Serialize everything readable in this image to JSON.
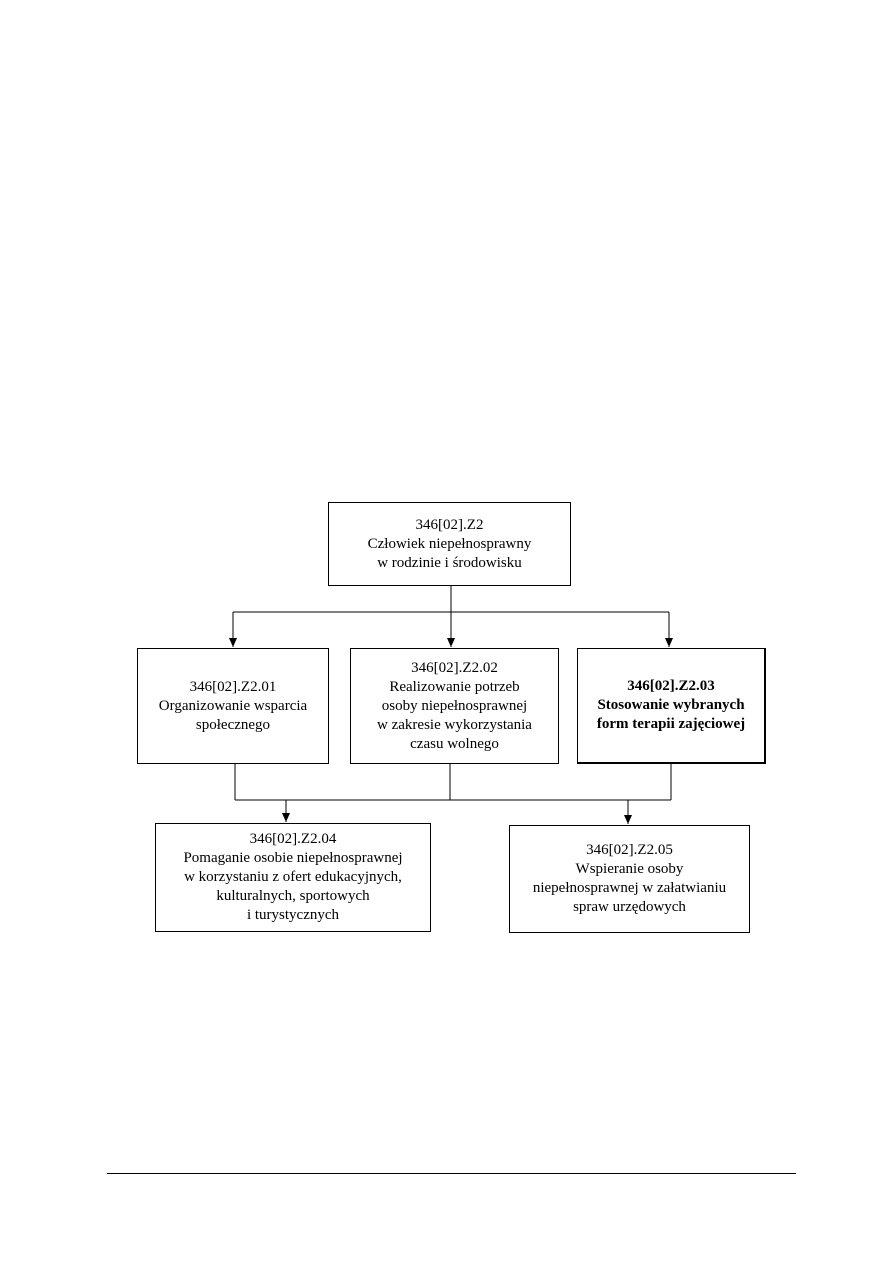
{
  "diagram": {
    "root": {
      "id": "root",
      "lines": [
        "346[02].Z2",
        "Człowiek niepełnosprawny",
        "w rodzinie i środowisku"
      ]
    },
    "level2": [
      {
        "id": "z201",
        "bold": false,
        "lines": [
          "346[02].Z2.01",
          "Organizowanie wsparcia",
          "społecznego"
        ]
      },
      {
        "id": "z202",
        "bold": false,
        "lines": [
          "346[02].Z2.02",
          "Realizowanie potrzeb",
          "osoby niepełnosprawnej",
          "w zakresie wykorzystania",
          "czasu wolnego"
        ]
      },
      {
        "id": "z203",
        "bold": true,
        "lines": [
          "346[02].Z2.03",
          "Stosowanie wybranych",
          "form terapii zajęciowej"
        ]
      }
    ],
    "level3": [
      {
        "id": "z204",
        "bold": false,
        "lines": [
          "346[02].Z2.04",
          "Pomaganie osobie niepełnosprawnej",
          "w korzystaniu z ofert edukacyjnych,",
          "kulturalnych, sportowych",
          "i turystycznych"
        ]
      },
      {
        "id": "z205",
        "bold": false,
        "lines": [
          "346[02].Z2.05",
          "Wspieranie osoby",
          "niepełnosprawnej w załatwianiu",
          "spraw urzędowych"
        ]
      }
    ]
  }
}
